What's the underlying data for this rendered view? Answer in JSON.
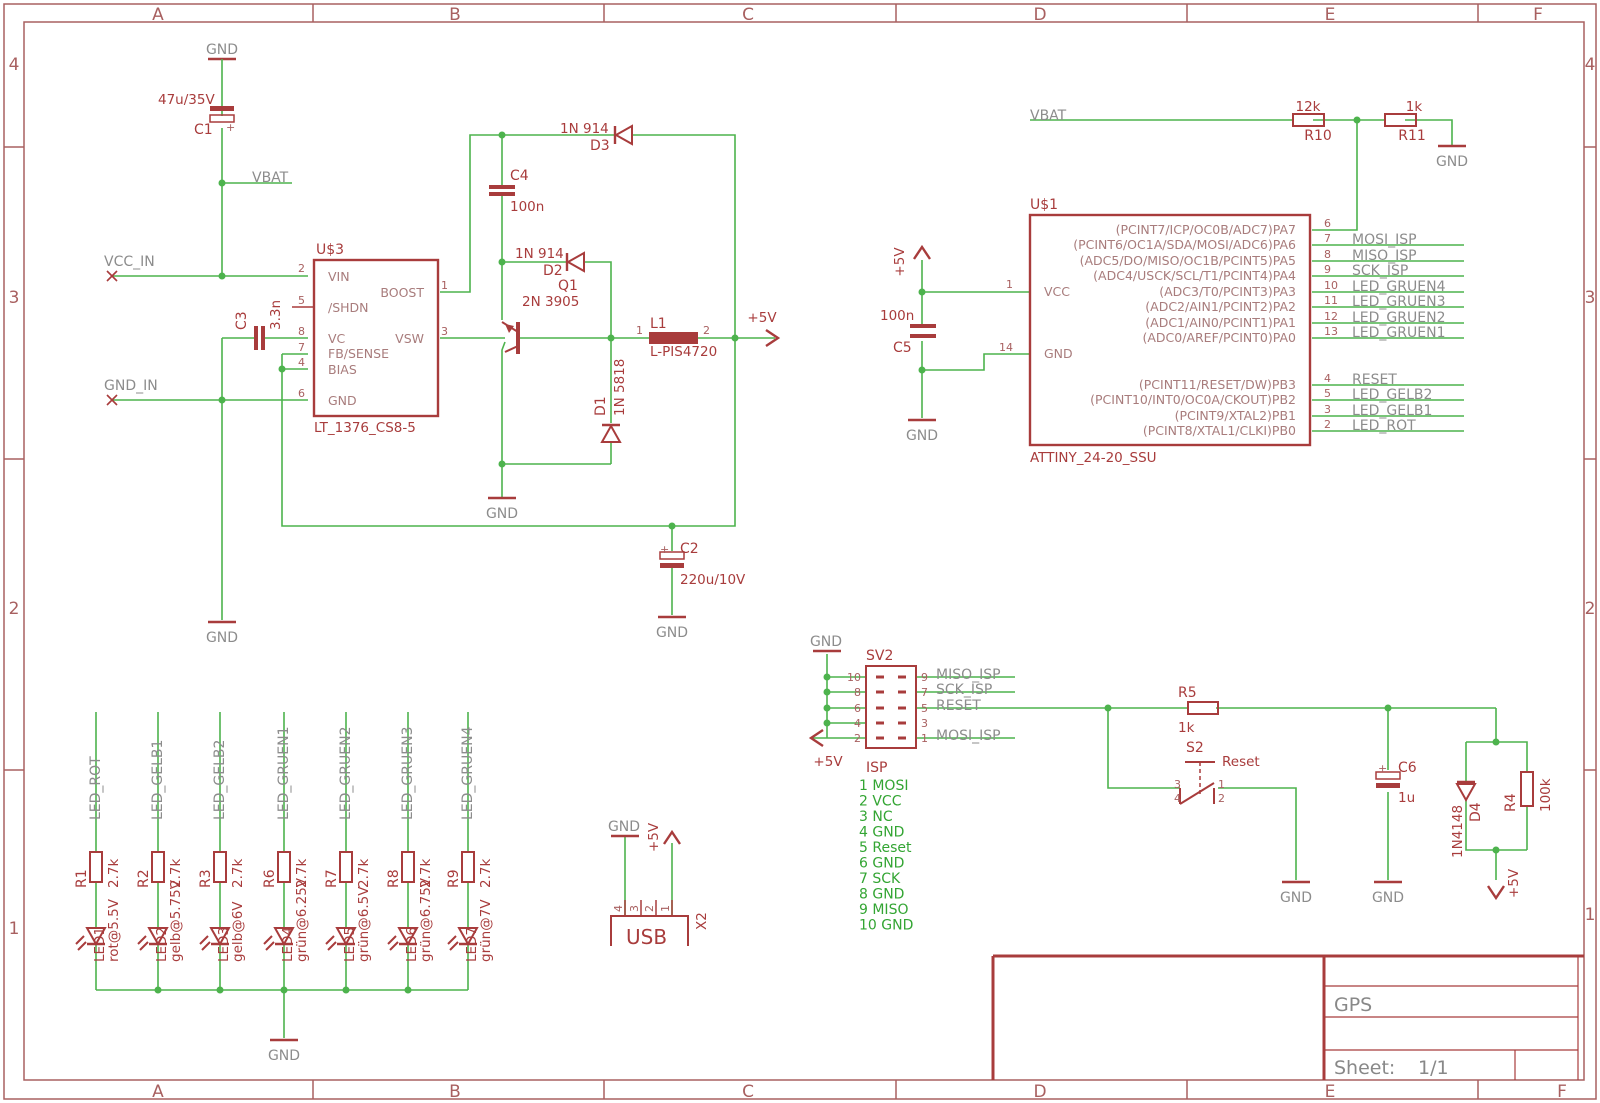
{
  "frame": {
    "columns": [
      "A",
      "B",
      "C",
      "D",
      "E",
      "F"
    ],
    "rows": [
      "4",
      "3",
      "2",
      "1"
    ]
  },
  "title_block": {
    "title": "GPS",
    "sheet_label": "Sheet:",
    "sheet_value": "1/1"
  },
  "power": {
    "gnd": "GND",
    "plus5v": "+5V"
  },
  "nets": {
    "vbat": "VBAT",
    "vcc_in": "VCC_IN",
    "gnd_in": "GND_IN",
    "miso_isp": "MISO_ISP",
    "mosi_isp": "MOSI_ISP",
    "sck_isp": "SCK_ISP",
    "reset": "RESET",
    "led_rot": "LED_ROT",
    "led_gelb1": "LED_GELB1",
    "led_gelb2": "LED_GELB2",
    "led_gruen1": "LED_GRUEN1",
    "led_gruen2": "LED_GRUEN2",
    "led_gruen3": "LED_GRUEN3",
    "led_gruen4": "LED_GRUEN4"
  },
  "parts": {
    "c1": {
      "name": "C1",
      "value": "47u/35V"
    },
    "c2": {
      "name": "C2",
      "value": "220u/10V"
    },
    "c3": {
      "name": "C3",
      "value": "3.3n"
    },
    "c4": {
      "name": "C4",
      "value": "100n"
    },
    "c5": {
      "name": "C5",
      "value": "100n"
    },
    "c6": {
      "name": "C6",
      "value": "1u"
    },
    "d1": {
      "name": "D1",
      "value": "1N 5818"
    },
    "d2": {
      "name": "D2",
      "value": "1N 914"
    },
    "d3": {
      "name": "D3",
      "value": "1N 914"
    },
    "d4": {
      "name": "D4",
      "value": "1N4148"
    },
    "q1": {
      "name": "Q1",
      "value": "2N 3905"
    },
    "l1": {
      "name": "L1",
      "value": "L-PIS4720"
    },
    "r10": {
      "name": "R10",
      "value": "12k"
    },
    "r11": {
      "name": "R11",
      "value": "1k"
    },
    "r5": {
      "name": "R5",
      "value": "1k"
    },
    "r4": {
      "name": "R4",
      "value": "100k"
    },
    "s2": {
      "name": "S2",
      "value": "Reset"
    },
    "sv2": {
      "name": "SV2",
      "value": "ISP"
    },
    "x2": {
      "name": "X2",
      "value": "USB"
    },
    "u3": {
      "name": "U$3",
      "value": "LT_1376_CS8-5",
      "pins": [
        {
          "num": "2",
          "label": "VIN"
        },
        {
          "num": "5",
          "label": "/SHDN"
        },
        {
          "num": "8",
          "label": "VC"
        },
        {
          "num": "7",
          "label": "FB/SENSE"
        },
        {
          "num": "4",
          "label": "BIAS"
        },
        {
          "num": "6",
          "label": "GND"
        },
        {
          "num": "1",
          "label": "BOOST"
        },
        {
          "num": "3",
          "label": "VSW"
        }
      ]
    },
    "u1": {
      "name": "U$1",
      "value": "ATTINY_24-20_SSU",
      "left_pins": [
        {
          "num": "1",
          "label": "VCC"
        },
        {
          "num": "14",
          "label": "GND"
        }
      ],
      "right_pins": [
        {
          "num": "6",
          "label": "(PCINT7/ICP/OC0B/ADC7)PA7",
          "net": ""
        },
        {
          "num": "7",
          "label": "(PCINT6/OC1A/SDA/MOSI/ADC6)PA6",
          "net": "MOSI_ISP"
        },
        {
          "num": "8",
          "label": "(ADC5/DO/MISO/OC1B/PCINT5)PA5",
          "net": "MISO_ISP"
        },
        {
          "num": "9",
          "label": "(ADC4/USCK/SCL/T1/PCINT4)PA4",
          "net": "SCK_ISP"
        },
        {
          "num": "10",
          "label": "(ADC3/T0/PCINT3)PA3",
          "net": "LED_GRUEN4"
        },
        {
          "num": "11",
          "label": "(ADC2/AIN1/PCINT2)PA2",
          "net": "LED_GRUEN3"
        },
        {
          "num": "12",
          "label": "(ADC1/AIN0/PCINT1)PA1",
          "net": "LED_GRUEN2"
        },
        {
          "num": "13",
          "label": "(ADC0/AREF/PCINT0)PA0",
          "net": "LED_GRUEN1"
        },
        {
          "num": "4",
          "label": "(PCINT11/RESET/DW)PB3",
          "net": "RESET"
        },
        {
          "num": "5",
          "label": "(PCINT10/INT0/OC0A/CKOUT)PB2",
          "net": "LED_GELB2"
        },
        {
          "num": "3",
          "label": "(PCINT9/XTAL2)PB1",
          "net": "LED_GELB1"
        },
        {
          "num": "2",
          "label": "(PCINT8/XTAL1/CLKI)PB0",
          "net": "LED_ROT"
        }
      ]
    }
  },
  "isp_header": {
    "rows": [
      {
        "left": "10",
        "right": "9",
        "net": "MISO_ISP"
      },
      {
        "left": "8",
        "right": "7",
        "net": "SCK_ISP"
      },
      {
        "left": "6",
        "right": "5",
        "net": "RESET"
      },
      {
        "left": "4",
        "right": "3",
        "net": ""
      },
      {
        "left": "2",
        "right": "1",
        "net": "MOSI_ISP"
      }
    ],
    "legend": [
      "1 MOSI",
      "2 VCC",
      "3 NC",
      "4 GND",
      "5 Reset",
      "6 GND",
      "7 SCK",
      "8 GND",
      "9 MISO",
      "10 GND"
    ]
  },
  "usb_pins": [
    "4",
    "3",
    "2",
    "1"
  ],
  "switch_pins": [
    "3",
    "4",
    "1",
    "2"
  ],
  "led_chain": [
    {
      "net": "LED_ROT",
      "r_name": "R1",
      "r_value": "2.7k",
      "led_name": "LED1",
      "led_value": "rot@5.5V"
    },
    {
      "net": "LED_GELB1",
      "r_name": "R2",
      "r_value": "2.7k",
      "led_name": "LED2",
      "led_value": "gelb@5.75V"
    },
    {
      "net": "LED_GELB2",
      "r_name": "R3",
      "r_value": "2.7k",
      "led_name": "LED3",
      "led_value": "gelb@6V"
    },
    {
      "net": "LED_GRUEN1",
      "r_name": "R6",
      "r_value": "2.7k",
      "led_name": "LED4",
      "led_value": "grün@6.25V"
    },
    {
      "net": "LED_GRUEN2",
      "r_name": "R7",
      "r_value": "2.7k",
      "led_name": "LED5",
      "led_value": "grün@6.5V"
    },
    {
      "net": "LED_GRUEN3",
      "r_name": "R8",
      "r_value": "2.7k",
      "led_name": "LED6",
      "led_value": "grün@6.75V"
    },
    {
      "net": "LED_GRUEN4",
      "r_name": "R9",
      "r_value": "2.7k",
      "led_name": "LED7",
      "led_value": "grün@7V"
    }
  ],
  "colors": {
    "wire": "#4db34d",
    "symbol": "#a83c3c",
    "frame": "#a86060",
    "net_label": "#8c8c8c",
    "legend": "#33a533"
  }
}
